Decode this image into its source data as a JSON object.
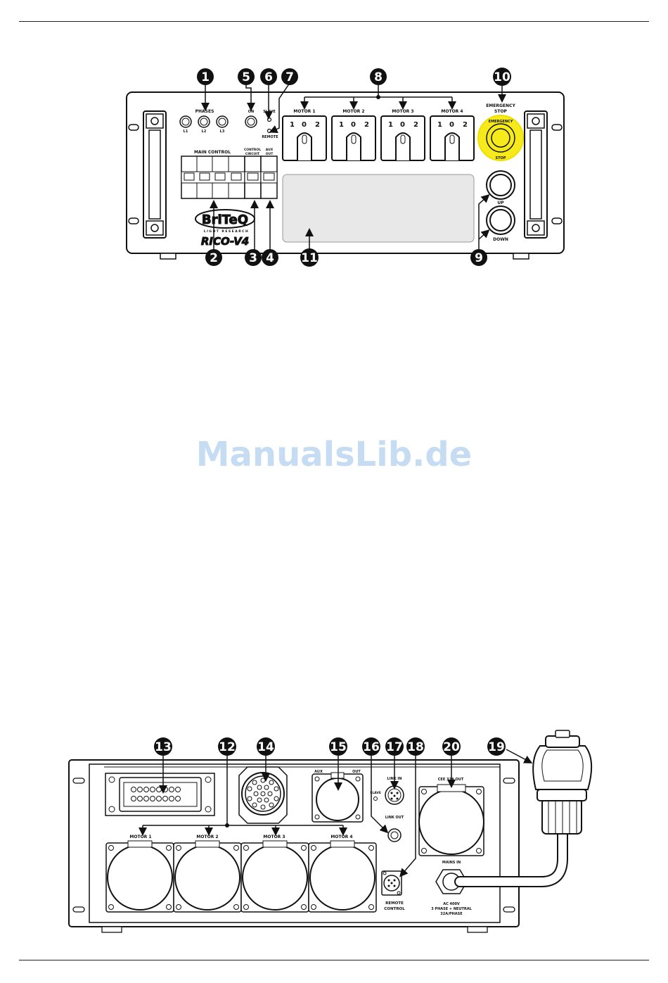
{
  "watermark": "ManualsLib.de",
  "front_panel": {
    "labels": {
      "phases": "PHASES",
      "l1": "L1",
      "l2": "L2",
      "l3": "L3",
      "on": "ON",
      "slave": "SLAVE",
      "remote": "REMOTE",
      "main_control": "MAIN CONTROL",
      "control_circuit_1": "CONTROL",
      "control_circuit_2": "CIRCUIT",
      "aux_out_1": "AUX",
      "aux_out_2": "OUT",
      "motor_1": "MOTOR 1",
      "motor_2": "MOTOR 2",
      "motor_3": "MOTOR 3",
      "motor_4": "MOTOR 4",
      "switch_positions": [
        "1",
        "0",
        "2"
      ],
      "emergency_1": "EMERGENCY",
      "emergency_2": "STOP",
      "estop_ring_top": "EMERGENCY",
      "estop_ring_bottom": "STOP",
      "up": "UP",
      "down": "DOWN",
      "brand": "BriTeQ",
      "brand_sub": "LIGHT RESEARCH",
      "model": "RICO-V4"
    },
    "callouts": [
      "1",
      "2",
      "3",
      "4",
      "5",
      "6",
      "7",
      "8",
      "9",
      "10",
      "11"
    ]
  },
  "rear_panel": {
    "labels": {
      "motor_1": "MOTOR 1",
      "motor_2": "MOTOR 2",
      "motor_3": "MOTOR 3",
      "motor_4": "MOTOR 4",
      "aux": "AUX",
      "out": "OUT",
      "link_in": "LINK IN",
      "link_out": "LINK OUT",
      "slave": "SLAVE",
      "remote_1": "REMOTE",
      "remote_2": "CONTROL",
      "cee_out": "CEE 32A OUT",
      "mains_in": "MAINS IN",
      "ac_1": "AC 400V",
      "ac_2": "3 PHASE + NEUTRAL",
      "ac_3": "32A/PHASE"
    },
    "callouts": [
      "12",
      "13",
      "14",
      "15",
      "16",
      "17",
      "18",
      "19",
      "20"
    ]
  }
}
